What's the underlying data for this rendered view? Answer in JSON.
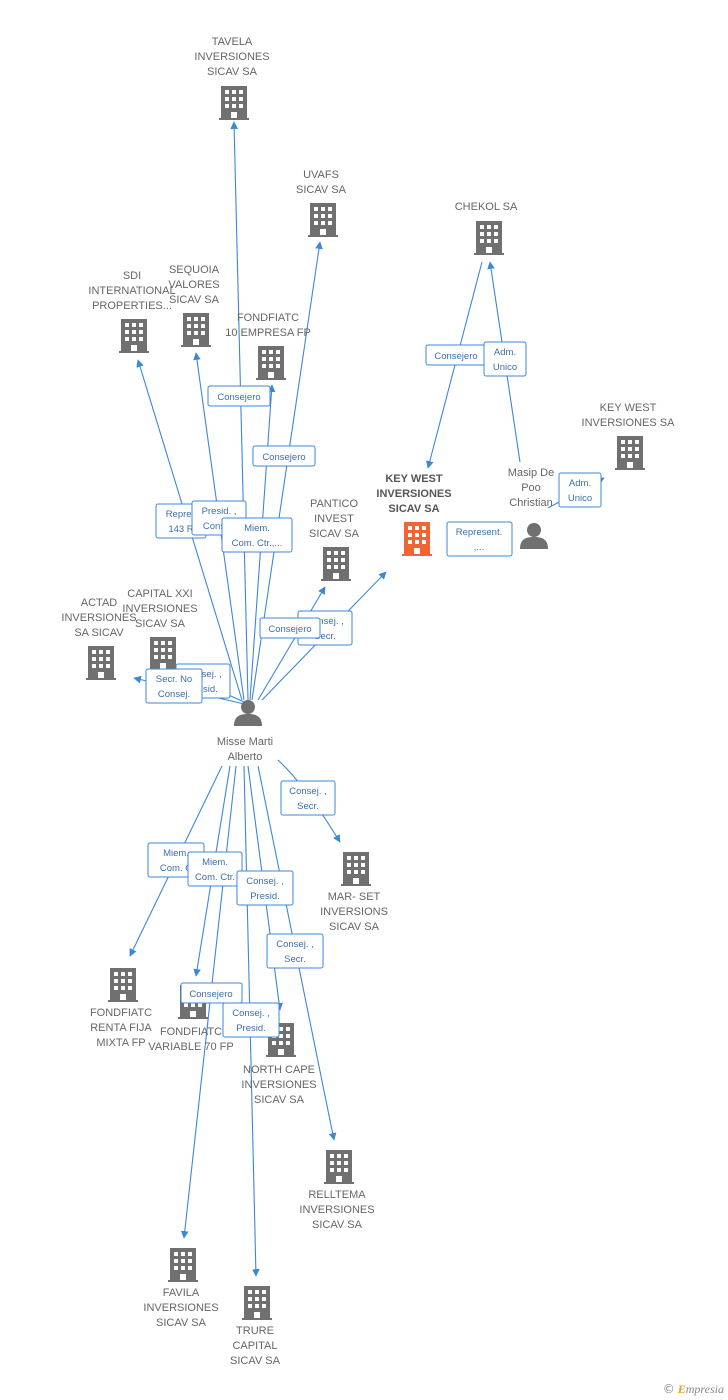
{
  "colors": {
    "edge": "#3d87d8",
    "building": "#707070",
    "focus_building": "#f26530",
    "person": "#707070"
  },
  "footer": {
    "copyright": "©",
    "brand_initial": "E",
    "brand_rest": "mpresia"
  },
  "nodes": [
    {
      "id": "tavela",
      "type": "company",
      "label": [
        "TAVELA",
        "INVERSIONES",
        "SICAV SA"
      ]
    },
    {
      "id": "uvafs",
      "type": "company",
      "label": [
        "UVAFS",
        "SICAV SA"
      ]
    },
    {
      "id": "chekol",
      "type": "company",
      "label": [
        "CHEKOL SA"
      ]
    },
    {
      "id": "sdi",
      "type": "company",
      "label": [
        "SDI",
        "INTERNATIONAL",
        "PROPERTIES..."
      ]
    },
    {
      "id": "sequoia",
      "type": "company",
      "label": [
        "SEQUOIA",
        "VALORES",
        "SICAV SA"
      ]
    },
    {
      "id": "fondfiatc10",
      "type": "company",
      "label": [
        "FONDFIATC",
        "10 EMPRESA FP"
      ]
    },
    {
      "id": "keywestinv",
      "type": "company",
      "label": [
        "KEY WEST",
        "INVERSIONES SA"
      ]
    },
    {
      "id": "keywest",
      "type": "focus",
      "label": [
        "KEY WEST",
        "INVERSIONES",
        "SICAV SA"
      ]
    },
    {
      "id": "masip",
      "type": "person",
      "label": [
        "Masip De",
        "Poo",
        "Christian"
      ]
    },
    {
      "id": "pantico",
      "type": "company",
      "label": [
        "PANTICO",
        "INVEST",
        "SICAV SA"
      ]
    },
    {
      "id": "capitalxxi",
      "type": "company",
      "label": [
        "CAPITAL XXI",
        "INVERSIONES",
        "SICAV SA"
      ]
    },
    {
      "id": "actad",
      "type": "company",
      "label": [
        "ACTAD",
        "INVERSIONES",
        "SA SICAV"
      ]
    },
    {
      "id": "misse",
      "type": "person",
      "label": [
        "Misse Marti",
        "Alberto"
      ]
    },
    {
      "id": "marset",
      "type": "company",
      "label": [
        "MAR- SET",
        "INVERSIONS",
        "SICAV SA"
      ]
    },
    {
      "id": "fondfiatcrf",
      "type": "company",
      "label": [
        "FONDFIATC",
        "RENTA FIJA",
        "MIXTA FP"
      ]
    },
    {
      "id": "fondfiatcrv",
      "type": "company",
      "label": [
        "FONDFIATC",
        "VARIABLE 70 FP"
      ]
    },
    {
      "id": "northcape",
      "type": "company",
      "label": [
        "NORTH CAPE",
        "INVERSIONES",
        "SICAV SA"
      ]
    },
    {
      "id": "relltema",
      "type": "company",
      "label": [
        "RELLTEMA",
        "INVERSIONES",
        "SICAV SA"
      ]
    },
    {
      "id": "favila",
      "type": "company",
      "label": [
        "FAVILA",
        "INVERSIONES",
        "SICAV SA"
      ]
    },
    {
      "id": "trure",
      "type": "company",
      "label": [
        "TRURE",
        "CAPITAL",
        "SICAV SA"
      ]
    }
  ],
  "edge_labels": [
    {
      "id": "e-consejero-uvafs",
      "lines": [
        "Consejero"
      ]
    },
    {
      "id": "e-consejero-fondfiatc10",
      "lines": [
        "Consejero"
      ]
    },
    {
      "id": "e-represent-sdi",
      "lines": [
        "Repres",
        "143 R"
      ]
    },
    {
      "id": "e-presid-sequoia",
      "lines": [
        "Presid. ,",
        "Consej."
      ]
    },
    {
      "id": "e-miem-tavela",
      "lines": [
        "Miem.",
        "Com. Ctr.,..."
      ]
    },
    {
      "id": "e-consejero-chekol",
      "lines": [
        "Consejero"
      ]
    },
    {
      "id": "e-adm-chekol",
      "lines": [
        "Adm.",
        "Unico"
      ]
    },
    {
      "id": "e-adm-keywestinv",
      "lines": [
        "Adm.",
        "Unico"
      ]
    },
    {
      "id": "e-represent-masip",
      "lines": [
        "Represent.",
        ",..."
      ]
    },
    {
      "id": "e-consejero-pantico",
      "lines": [
        "Consejero"
      ]
    },
    {
      "id": "e-consej-keywest",
      "lines": [
        "Consej. ,",
        "Secr."
      ]
    },
    {
      "id": "e-consej-capital",
      "lines": [
        "Consej. ,",
        "Presid."
      ]
    },
    {
      "id": "e-secr-actad",
      "lines": [
        "Secr.  No",
        "Consej."
      ]
    },
    {
      "id": "e-consej-marset",
      "lines": [
        "Consej. ,",
        "Secr."
      ]
    },
    {
      "id": "e-miem-fondfiatcrf",
      "lines": [
        "Miem.",
        "Com. C"
      ]
    },
    {
      "id": "e-miem-fondfiatcrv",
      "lines": [
        "Miem.",
        "Com. Ctr."
      ]
    },
    {
      "id": "e-consej-northcape",
      "lines": [
        "Consej. ,",
        "Presid."
      ]
    },
    {
      "id": "e-consej-relltema",
      "lines": [
        "Consej. ,",
        "Secr."
      ]
    },
    {
      "id": "e-consejero-favila",
      "lines": [
        "Consejero"
      ]
    },
    {
      "id": "e-consej-trure",
      "lines": [
        "Consej. ,",
        "Presid."
      ]
    }
  ]
}
